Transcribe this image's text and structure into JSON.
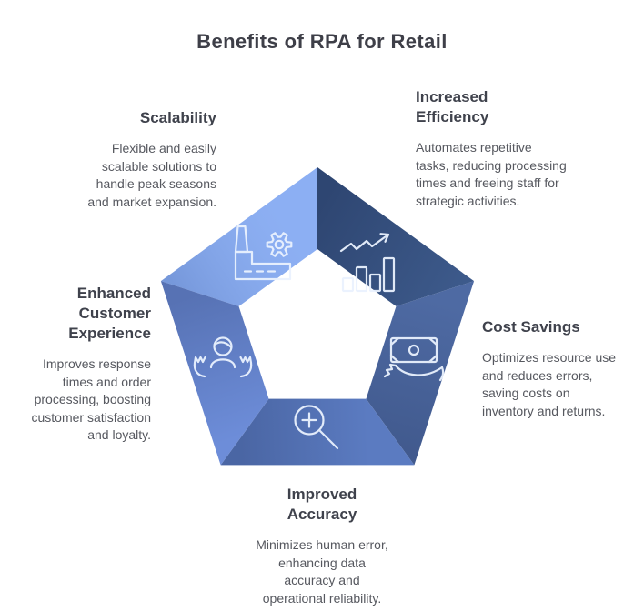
{
  "title": "Benefits of RPA for Retail",
  "colors": {
    "face_scalability": "#85AAF2",
    "face_efficiency": "#3D5A8B",
    "face_cost_savings": "#4E6AA3",
    "face_accuracy": "#5B7BC1",
    "face_customer": "#6D8DD9",
    "icon_stroke": "#EAF2FE",
    "title_text": "#3E3F48",
    "heading_text": "#3F424C",
    "body_text": "#56585F"
  },
  "benefits": [
    {
      "id": "scalability",
      "heading": "Scalability",
      "body": "Flexible and easily scalable solutions to handle peak seasons and market expansion.",
      "icon": "factory-gear-icon"
    },
    {
      "id": "increased-efficiency",
      "heading": "Increased Efficiency",
      "body": "Automates repetitive tasks, reducing processing times and freeing staff for strategic activities.",
      "icon": "growth-chart-icon"
    },
    {
      "id": "cost-savings",
      "heading": "Cost Savings",
      "body": "Optimizes resource use and reduces errors, saving costs on inventory and returns.",
      "icon": "cash-in-hand-icon"
    },
    {
      "id": "improved-accuracy",
      "heading": "Improved Accuracy",
      "body": "Minimizes human error, enhancing data accuracy and operational reliability.",
      "icon": "magnifier-plus-icon"
    },
    {
      "id": "enhanced-customer-experience",
      "heading": "Enhanced Customer Experience",
      "body": "Improves response times and order processing, boosting customer satisfaction and loyalty.",
      "icon": "person-care-icon"
    }
  ]
}
